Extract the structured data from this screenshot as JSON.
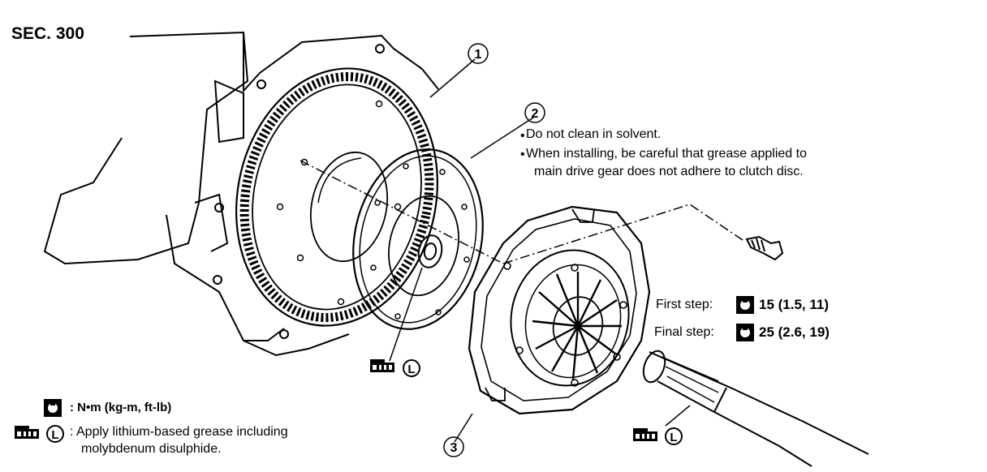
{
  "section_label": "SEC. 300",
  "callouts": [
    "1",
    "2",
    "3"
  ],
  "note_lines": [
    "Do not clean in solvent.",
    "When installing, be careful that grease applied to",
    "main drive gear does not adhere to clutch disc."
  ],
  "torque": {
    "first_label": "First step:",
    "first_value": "15 (1.5, 11)",
    "final_label": "Final step:",
    "final_value": "25 (2.6, 19)"
  },
  "legend": {
    "torque_unit": ": N•m (kg-m, ft-lb)",
    "grease_line1": ": Apply lithium-based grease including",
    "grease_line2": "molybdenum disulphide."
  },
  "symbols": {
    "grease_letter": "L",
    "torque_icon": "torque-wrench-icon",
    "grease_icon": "grease-tube-icon"
  }
}
